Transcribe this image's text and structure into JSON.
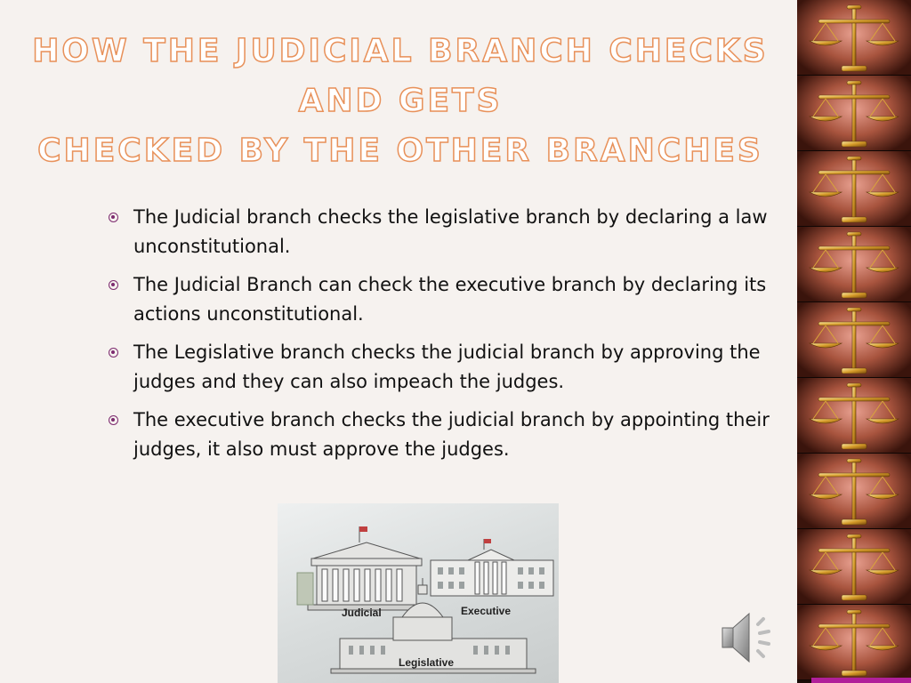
{
  "slide": {
    "title_lines": [
      "How the Judicial branch checks",
      "and gets",
      "checked by the other branches"
    ],
    "bullets": [
      "The Judicial branch checks the legislative branch by declaring a law unconstitutional.",
      "The Judicial Branch can check the executive branch by declaring its actions unconstitutional.",
      "The Legislative branch checks the judicial branch by approving the judges and they can also impeach the judges.",
      "The executive branch checks the judicial branch by appointing their judges, it also must approve the judges."
    ]
  },
  "picture": {
    "labels": {
      "judicial": "Judicial",
      "executive": "Executive",
      "legislative": "Legislative"
    }
  },
  "icons": {
    "bullet": "circle-dot-bullet-icon",
    "scales": "scales-of-justice-icon",
    "audio": "speaker-audio-icon"
  },
  "colors": {
    "title_outline": "#e8915a",
    "bullet": "#7d2b6f",
    "accent": "#b0209a"
  }
}
